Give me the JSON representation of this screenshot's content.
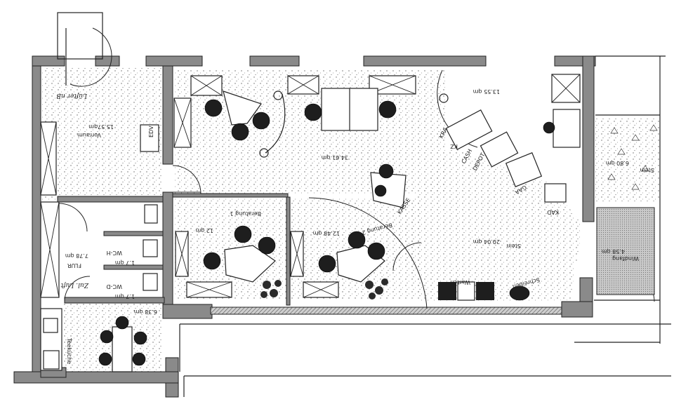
{
  "rooms": {
    "vorraum": {
      "name": "Vorraum",
      "area": "15.57qm",
      "edv": "EDV"
    },
    "main": {
      "area": "34.61 qm"
    },
    "office_right": {
      "area": "13.55 qm"
    },
    "stein_right": {
      "name": "Stein",
      "area": "6.80 qm"
    },
    "windfang": {
      "name": "Windfang",
      "area": "4.58 qm"
    },
    "schalter": {
      "name": "Stein",
      "area": "20.04 qm"
    },
    "beratung1": {
      "name": "Beratung 1",
      "area": "12 qm"
    },
    "beratung2": {
      "name": "Beratung 2",
      "area": "12.48 qm"
    },
    "flur": {
      "name": "FLUR",
      "area": "7.78 qm"
    },
    "wch": {
      "name": "WC-H",
      "area": "1.7 qm"
    },
    "wcd": {
      "name": "WC-D",
      "area": "1.7 qm"
    },
    "teekueche": {
      "name": "Teeküche",
      "area": "6.38 qm"
    }
  },
  "labels": {
    "warten": "Warten",
    "schreiben": "Schreiben",
    "cash": "CASH",
    "depot": "DEPOT",
    "kasse": "KASSE",
    "gaa": "GAA",
    "kad": "KAD",
    "kra": "KRA",
    "kz": "KZ",
    "handwriting_top": "Lüfter nB",
    "handwriting_bottom": "Zul. Luft"
  },
  "colors": {
    "ink": "#222222",
    "wall": "#8a8a8a",
    "paper": "#ffffff"
  }
}
